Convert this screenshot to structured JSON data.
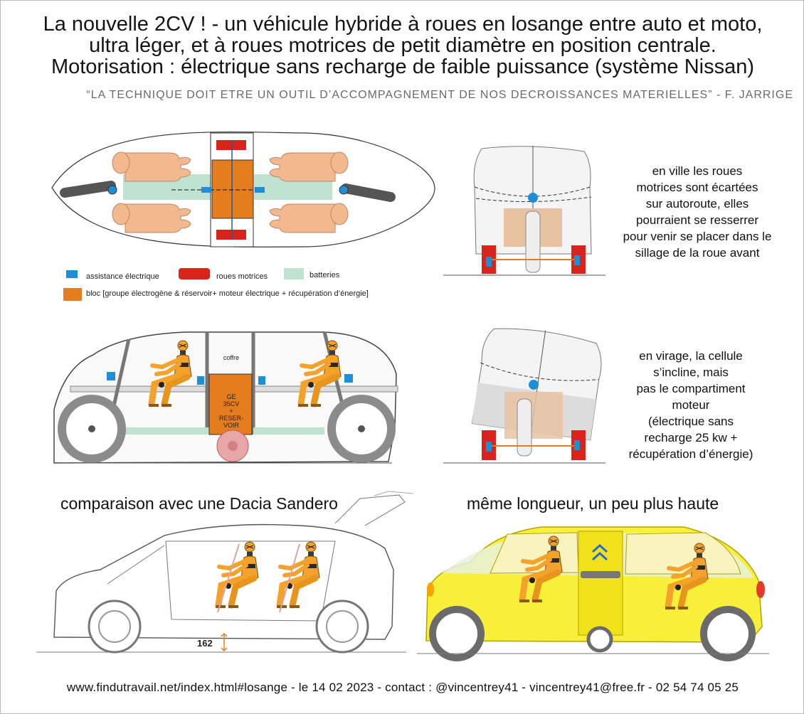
{
  "title": {
    "line1": "La nouvelle 2CV ! - un véhicule hybride à roues en losange entre auto et moto,",
    "line2": "ultra léger, et à roues motrices de petit diamètre en position centrale.",
    "line3": "Motorisation : électrique sans recharge de faible puissance (système Nissan)"
  },
  "quote": "“LA TECHNIQUE DOIT ETRE UN OUTIL D’ACCOMPAGNEMENT DE NOS DECROISSANCES MATERIELLES” - F. JARRIGE",
  "legend": {
    "assist": "assistance électrique",
    "drive": "roues motrices",
    "batteries": "batteries",
    "block": "bloc [groupe électrogène & réservoir+ moteur électrique + récupération d’énergie]",
    "colors": {
      "assist": "#1e8fd6",
      "drive": "#d9241b",
      "batteries": "#bfe3cf",
      "block": "#e57d1e"
    }
  },
  "note_city": {
    "l1": "en ville les roues",
    "l2": "motrices sont écartées",
    "l3": "sur autoroute, elles",
    "l4": "pourraient se resserrer",
    "l5": "pour venir se placer dans le",
    "l6": "sillage de la roue avant"
  },
  "note_turn": {
    "l1": "en virage, la cellule",
    "l2": "s’incline, mais",
    "l3": "pas le compartiment",
    "l4": "moteur",
    "l5": "(électrique sans",
    "l6": "recharge 25 kw +",
    "l7": "récupération d’énergie)"
  },
  "side_view": {
    "coffre": "coffre",
    "engine_l1": "GE",
    "engine_l2": "35CV",
    "engine_l3": "+",
    "engine_l4": "RESER-",
    "engine_l5": "VOIR"
  },
  "heading_compare": "comparaison avec une Dacia Sandero",
  "heading_same": "même longueur, un peu plus haute",
  "sandero_clearance": "162",
  "footer": "www.findutravail.net/index.html#losange - le 14 02 2023 - contact : @vincentrey41 - vincentrey41@free.fr - 02 54 74 05 25"
}
